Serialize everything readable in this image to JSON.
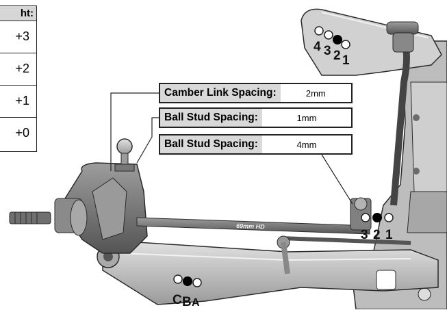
{
  "height_table": {
    "header": "ht:",
    "rows": [
      "+3",
      "+2",
      "+1",
      "+0"
    ]
  },
  "callouts": [
    {
      "label": "Camber Link Spacing:",
      "value": "2mm"
    },
    {
      "label": "Ball Stud Spacing:",
      "value": "1mm"
    },
    {
      "label": "Ball Stud Spacing:",
      "value": "4mm"
    }
  ],
  "hole_labels": {
    "tower": [
      "4",
      "3",
      "2",
      "1"
    ],
    "bulkhead": [
      "3",
      "2",
      "1"
    ],
    "arm": [
      "C",
      "B",
      "A"
    ]
  },
  "link_marking": "69mm HD",
  "colors": {
    "part_light": "#d3d3d3",
    "part_mid": "#a9a9a9",
    "part_dark": "#6c6c6c",
    "outline": "#2a2a2a",
    "label_fill": "#d9d9d9"
  }
}
